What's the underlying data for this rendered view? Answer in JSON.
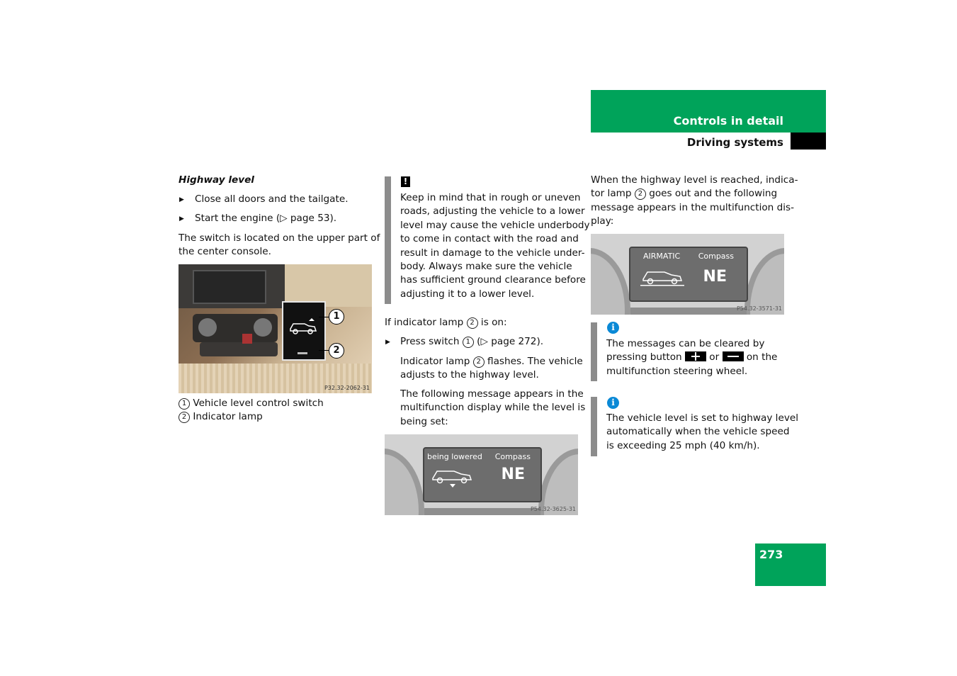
{
  "header": {
    "section": "Controls in detail",
    "subsection": "Driving systems"
  },
  "page_number": "273",
  "col1": {
    "heading": "Highway level",
    "step1": "Close all doors and the tailgate.",
    "step2": "Start the engine (▷ page 53).",
    "para": [
      "The switch is located on the upper part of",
      "the center console."
    ],
    "figure_code": "P32.32-2062-31",
    "callout1": "1",
    "callout2": "2",
    "legend1": "Vehicle level control switch",
    "legend2": "Indicator lamp"
  },
  "col2": {
    "warning_icon": "!",
    "warning": [
      "Keep in mind that in rough or uneven",
      "roads, adjusting the vehicle to a lower",
      "level may cause the vehicle underbody",
      "to come in contact with the road and",
      "result in damage to the vehicle under-",
      "body. Always make sure the vehicle",
      "has sufficient ground clearance before",
      "adjusting it to a lower level."
    ],
    "if_lamp_a": "If indicator lamp",
    "if_lamp_b": "is on:",
    "press_a": "Press switch",
    "press_b": "(▷ page 272).",
    "lamp_a": "Indicator lamp",
    "lamp_b": "flashes. The vehicle",
    "lamp_c": "adjusts to the highway level.",
    "msg": [
      "The following message appears in the",
      "multifunction display while the level is",
      "being set:"
    ],
    "display_left": "being lowered",
    "display_right": "Compass",
    "display_dir": "NE",
    "figure_code": "P54.32-3625-31"
  },
  "col3": {
    "reached_a": "When the highway level is reached, indica-",
    "reached_b1": "tor lamp",
    "reached_b2": "goes out and the following",
    "reached_c": "message appears in the multifunction dis-",
    "reached_d": "play:",
    "display_left": "AIRMATIC",
    "display_right": "Compass",
    "display_dir": "NE",
    "figure_code": "P54.32-3571-31",
    "info1_a": "The messages can be cleared by",
    "info1_b1": "pressing button",
    "info1_b2": "or",
    "info1_b3": "on the",
    "info1_c": "multifunction steering wheel.",
    "info2": [
      "The vehicle level is set to highway level",
      "automatically when the vehicle speed",
      "is exceeding 25 mph (40 km/h)."
    ]
  },
  "icons": {
    "info": "info-icon",
    "warning": "warning-icon",
    "bullet": "triangle-bullet-icon"
  },
  "colors": {
    "accent": "#00a35a",
    "info": "#0a89d6"
  }
}
